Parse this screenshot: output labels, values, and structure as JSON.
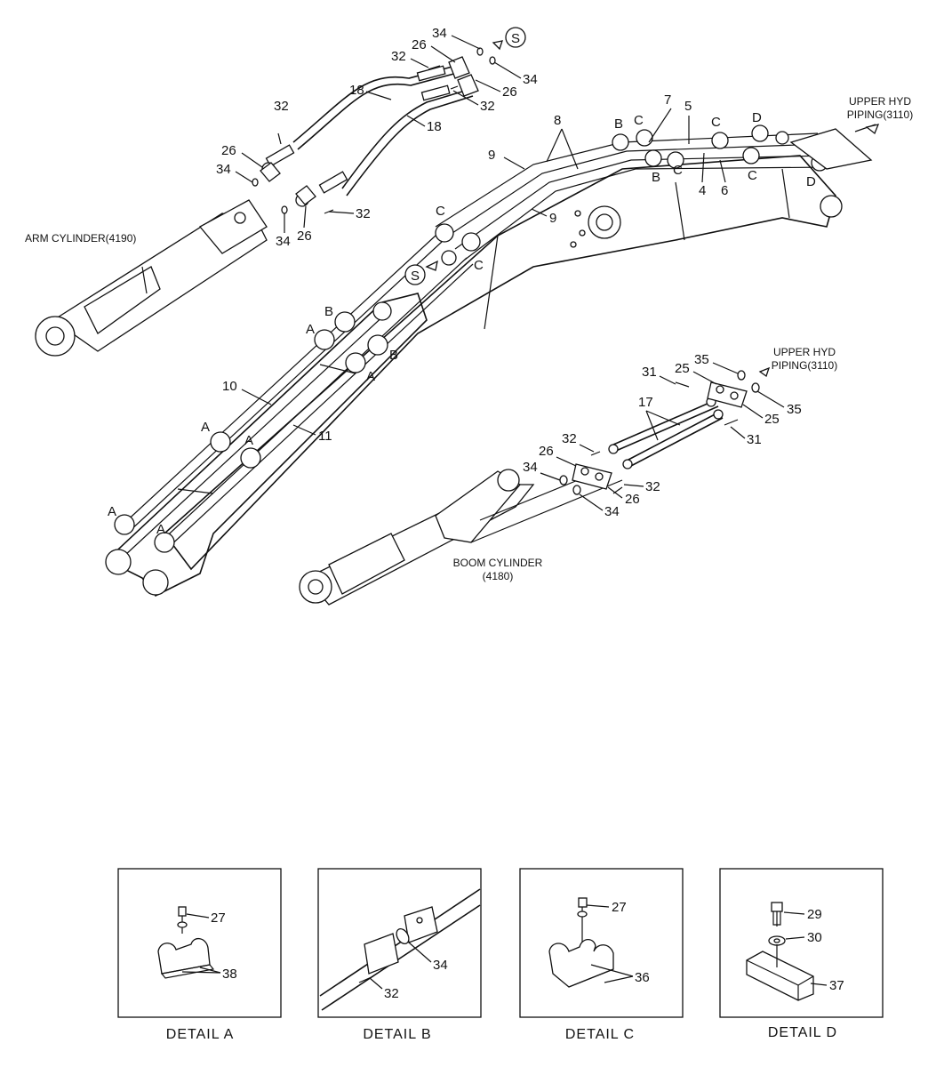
{
  "labels": {
    "arm_cylinder": "ARM CYLINDER(4190)",
    "boom_cylinder_l1": "BOOM CYLINDER",
    "boom_cylinder_l2": "(4180)",
    "upper_hyd_1_l1": "UPPER HYD",
    "upper_hyd_1_l2": "PIPING(3110)",
    "upper_hyd_2_l1": "UPPER HYD",
    "upper_hyd_2_l2": "PIPING(3110)",
    "s_marker": "S"
  },
  "callouts": {
    "c34_top": "34",
    "c26_top": "26",
    "c32_top": "32",
    "c34_r": "34",
    "c26_r": "26",
    "c32_r": "32",
    "c18_a": "18",
    "c18_b": "18",
    "c32_arm": "32",
    "c26_arm": "26",
    "c34_arm": "34",
    "c32_arm_b": "32",
    "c34_arm_b": "34",
    "c26_arm_b": "26",
    "c8": "8",
    "c9": "9",
    "c9_b": "9",
    "c7": "7",
    "c5": "5",
    "c4": "4",
    "c6": "6",
    "cB1": "B",
    "cC1": "C",
    "cC2": "C",
    "cD1": "D",
    "cB2": "B",
    "cC3": "C",
    "cC4": "C",
    "cD2": "D",
    "cC5": "C",
    "cC6": "C",
    "cB3": "B",
    "cA1": "A",
    "cB4": "B",
    "cA2": "A",
    "c10": "10",
    "c11": "11",
    "cA3": "A",
    "cA4": "A",
    "cA5": "A",
    "cA6": "A",
    "c31": "31",
    "c25": "25",
    "c35": "35",
    "c35_b": "35",
    "c25_b": "25",
    "c31_b": "31",
    "c17": "17",
    "c32_bc": "32",
    "c26_bc": "26",
    "c34_bc": "34",
    "c32_bc_b": "32",
    "c26_bc_b": "26",
    "c34_bc_b": "34"
  },
  "details": [
    {
      "title": "DETAIL  A",
      "parts": [
        "27",
        "38"
      ]
    },
    {
      "title": "DETAIL  B",
      "parts": [
        "34",
        "32"
      ]
    },
    {
      "title": "DETAIL  C",
      "parts": [
        "27",
        "36"
      ]
    },
    {
      "title": "DETAIL  D",
      "parts": [
        "29",
        "30",
        "37"
      ]
    }
  ]
}
